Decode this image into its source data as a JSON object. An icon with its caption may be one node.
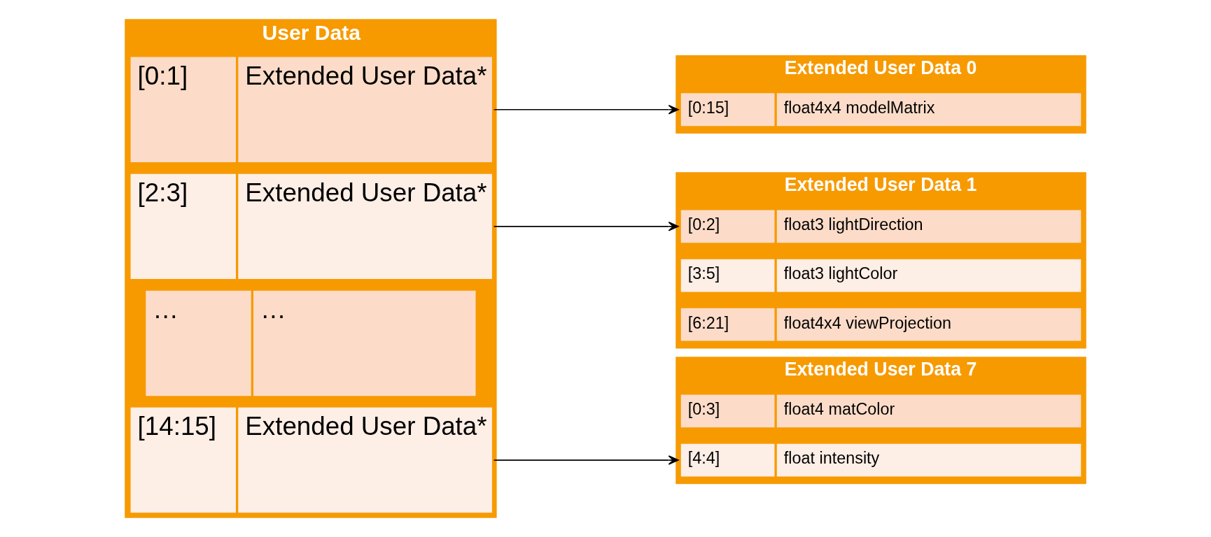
{
  "diagram": {
    "nodes": [
      {
        "text": [
          "User Data"
        ]
      },
      {
        "text": [
          "[0:1]",
          "Extended User Data*"
        ],
        "in": 0
      },
      {
        "text": [
          "[2:3]",
          "Extended User Data*"
        ],
        "in": 0
      },
      {
        "text": [
          "…",
          "…"
        ],
        "in": 0
      },
      {
        "text": [
          "[14:15]",
          "Extended User Data*"
        ],
        "in": 0
      },
      {
        "text": [
          "Extended User Data 0"
        ]
      },
      {
        "text": [
          "[0:15]",
          "float4x4 modelMatrix"
        ],
        "in": 5
      },
      {
        "text": [
          "Extended User Data 1"
        ]
      },
      {
        "text": [
          "[0:2]",
          "float3 lightDirection"
        ],
        "in": 7
      },
      {
        "text": [
          "[3:5]",
          "float3 lightColor"
        ],
        "in": 7
      },
      {
        "text": [
          "[6:21]",
          "float4x4 viewProjection"
        ],
        "in": 7
      },
      {
        "text": [
          "Extended User Data 7"
        ]
      },
      {
        "text": [
          "[0:3]",
          "float4 matColor"
        ],
        "in": 11
      },
      {
        "text": [
          "[4:4]",
          "float intensity"
        ],
        "in": 11
      }
    ],
    "edges": [
      {
        "from": 1,
        "to": 6,
        "arrow": "to"
      },
      {
        "from": 2,
        "to": 8,
        "arrow": "to"
      },
      {
        "from": 4,
        "to": 13,
        "arrow": "to"
      }
    ]
  }
}
